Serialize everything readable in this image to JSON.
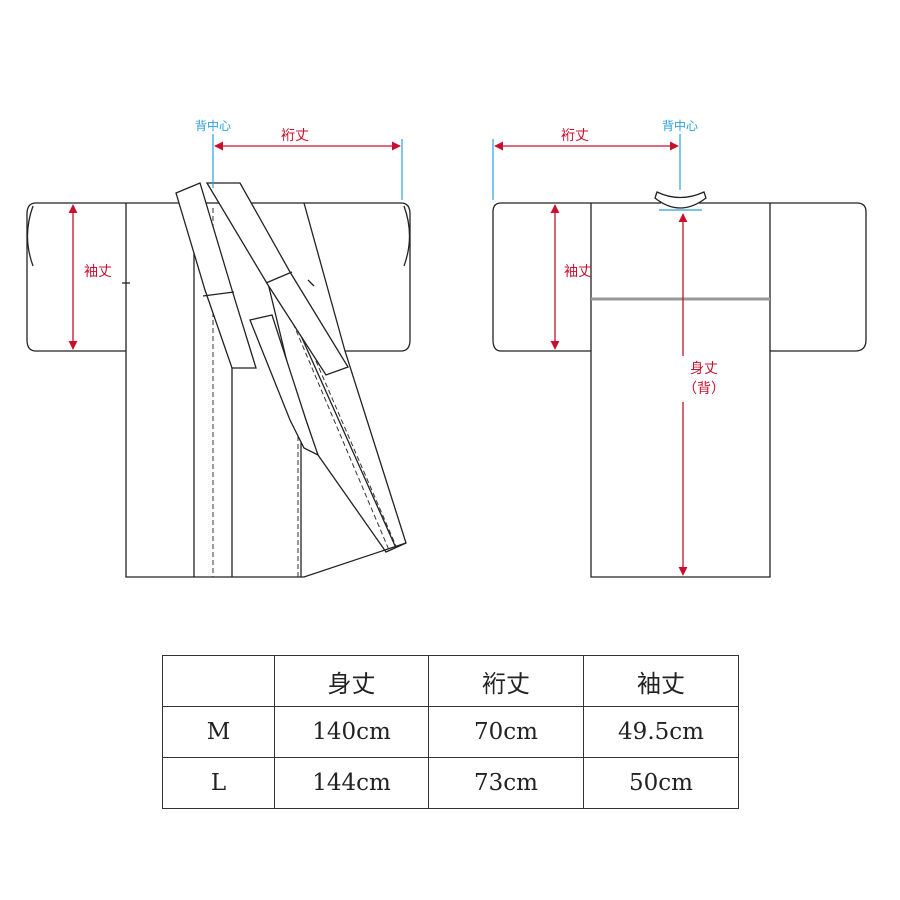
{
  "front": {
    "center_label": "背中心",
    "yuki_label": "裄丈",
    "sode_label": "袖丈"
  },
  "back": {
    "center_label": "背中心",
    "yuki_label": "裄丈",
    "sode_label": "袖丈",
    "mitake_label": "身丈",
    "mitake_sub_label": "（背）"
  },
  "colors": {
    "measure_red": "#c8102e",
    "center_blue": "#2aa0d8",
    "outline": "#222222"
  },
  "table": {
    "headers": [
      "",
      "身丈",
      "裄丈",
      "袖丈"
    ],
    "rows": [
      {
        "size": "M",
        "values": [
          "140cm",
          "70cm",
          "49.5cm"
        ]
      },
      {
        "size": "L",
        "values": [
          "144cm",
          "73cm",
          "50cm"
        ]
      }
    ]
  }
}
